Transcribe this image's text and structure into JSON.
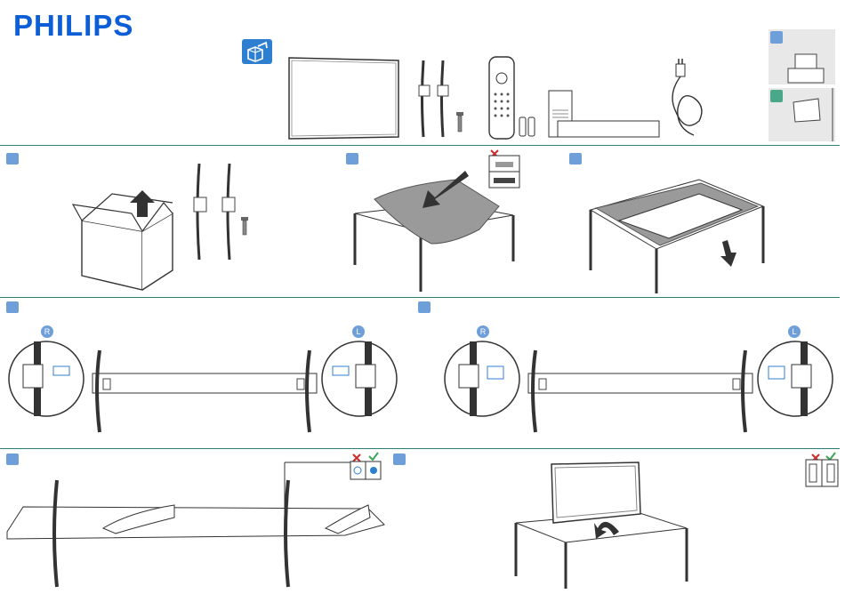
{
  "brand": {
    "name": "PHILIPS",
    "color": "#0b5ed7"
  },
  "colors": {
    "step_marker": "#6f9fd8",
    "divider": "#2e7d73",
    "cross": "#d12a2a",
    "check": "#3aa655",
    "option_alt": "#4aa88a"
  },
  "icons": [
    "unbox-icon",
    "tv-icon",
    "stand-legs-icon",
    "screw-icon",
    "remote-icon",
    "batteries-icon",
    "manual-icon",
    "power-cord-icon",
    "arrow-icon",
    "cross-icon",
    "check-icon"
  ],
  "markers": {
    "right": "R",
    "left": "L"
  }
}
